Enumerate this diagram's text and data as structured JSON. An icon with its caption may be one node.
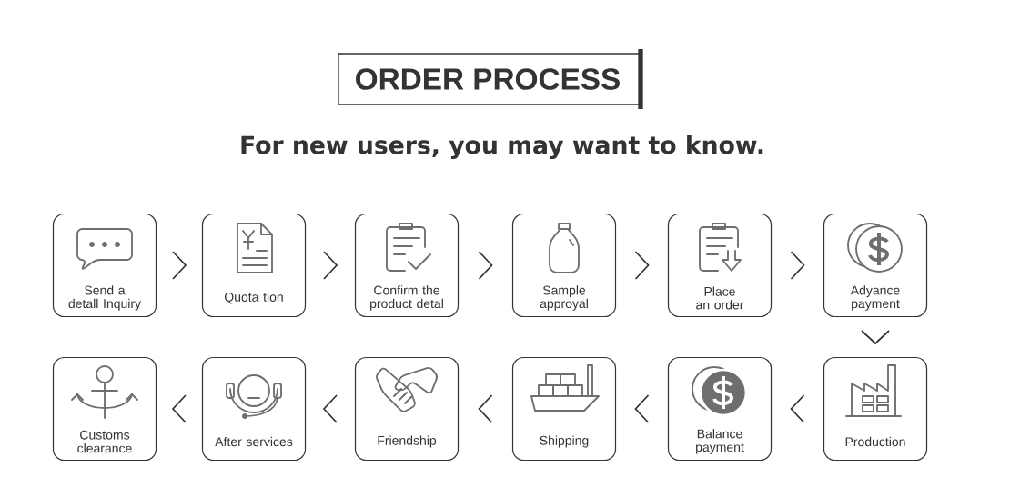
{
  "diagram": {
    "title": "ORDER PROCESS",
    "nodes": [
      {
        "text": [
          "Send a detall Inquiry"
        ]
      },
      {
        "text": [
          "Quota tion"
        ]
      },
      {
        "text": [
          "Confirm the product detal"
        ]
      },
      {
        "text": [
          "Sample approyal"
        ]
      },
      {
        "text": [
          "Place an order"
        ]
      },
      {
        "text": [
          "Adyance payment"
        ]
      },
      {
        "text": [
          "Production"
        ]
      },
      {
        "text": [
          "Balance payment"
        ]
      },
      {
        "text": [
          "Shipping"
        ]
      },
      {
        "text": [
          "Friendship"
        ]
      },
      {
        "text": [
          "After services"
        ]
      },
      {
        "text": [
          "Customs clearance"
        ]
      }
    ],
    "edges": [
      {
        "from": 0,
        "to": 1,
        "arrow": "to"
      },
      {
        "from": 1,
        "to": 2,
        "arrow": "to"
      },
      {
        "from": 2,
        "to": 3,
        "arrow": "to"
      },
      {
        "from": 3,
        "to": 4,
        "arrow": "to"
      },
      {
        "from": 4,
        "to": 5,
        "arrow": "to"
      },
      {
        "from": 5,
        "to": 6,
        "arrow": "to"
      },
      {
        "from": 6,
        "to": 7,
        "arrow": "to"
      },
      {
        "from": 7,
        "to": 8,
        "arrow": "to"
      },
      {
        "from": 8,
        "to": 9,
        "arrow": "to"
      },
      {
        "from": 9,
        "to": 10,
        "arrow": "to"
      },
      {
        "from": 10,
        "to": 11,
        "arrow": "to"
      }
    ],
    "labels": [
      "For new users, you may want to know."
    ]
  }
}
